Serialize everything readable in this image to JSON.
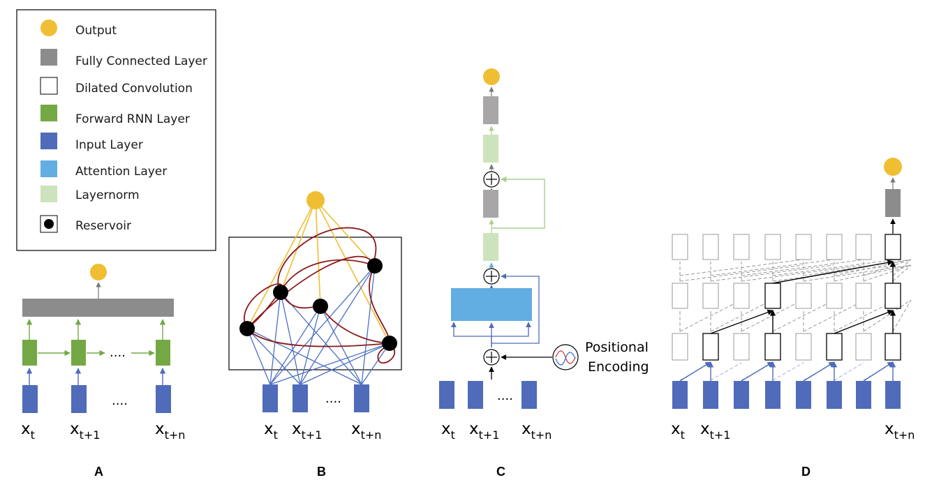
{
  "colors": {
    "output": "#F0BE32",
    "fully_connected": "#8C8C8C",
    "dilated_conv": "#FFFFFF",
    "forward_rnn": "#74A845",
    "input": "#4F6BBA",
    "attention": "#62ADE2",
    "layernorm": "#CDE3BD",
    "reservoir": "#000000",
    "reservoir_edges": "#8B1A1A",
    "output_edges": "#F0BE32",
    "input_edges": "#4A6FC4"
  },
  "legend": {
    "items": [
      {
        "label": "Output",
        "icon": "yellow-circle"
      },
      {
        "label": "Fully Connected Layer",
        "icon": "gray-square"
      },
      {
        "label": "Dilated Convolution",
        "icon": "white-square"
      },
      {
        "label": "Forward RNN Layer",
        "icon": "green-square"
      },
      {
        "label": "Input Layer",
        "icon": "blue-square"
      },
      {
        "label": "Attention Layer",
        "icon": "lightblue-square"
      },
      {
        "label": "Layernorm",
        "icon": "palegreen-square"
      },
      {
        "label": "Reservoir",
        "icon": "black-dot-in-square"
      }
    ]
  },
  "panels": {
    "A": {
      "label": "A",
      "ellipsis": "....",
      "ellipsis_arrow": "....",
      "inputs": [
        "x_t",
        "x_{t+1}",
        "x_{t+n}"
      ]
    },
    "B": {
      "label": "B",
      "ellipsis": "....",
      "inputs": [
        "x_t",
        "x_{t+1}",
        "x_{t+n}"
      ]
    },
    "C": {
      "label": "C",
      "ellipsis": "....",
      "positional_line1": "Positional",
      "positional_line2": "Encoding",
      "inputs": [
        "x_t",
        "x_{t+1}",
        "x_{t+n}"
      ]
    },
    "D": {
      "label": "D",
      "inputs": [
        "x_t",
        "x_{t+1}",
        "x_{t+n}"
      ]
    }
  },
  "sub_text": {
    "x": "x",
    "t": "t",
    "t1": "t+1",
    "tn": "t+n"
  }
}
